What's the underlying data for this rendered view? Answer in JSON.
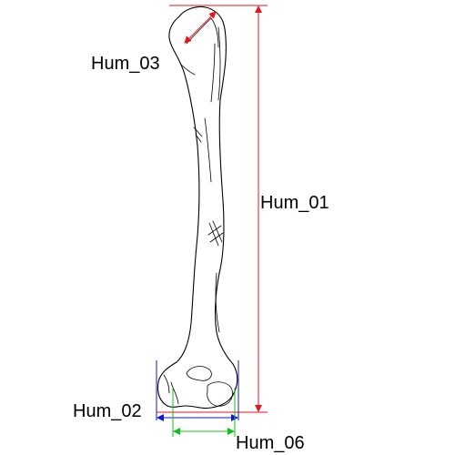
{
  "labels": {
    "hum_03": "Hum_03",
    "hum_01": "Hum_01",
    "hum_02": "Hum_02",
    "hum_06": "Hum_06"
  },
  "colors": {
    "hum_03": "#e8141c",
    "hum_01": "#e8141c",
    "hum_02": "#1414d8",
    "hum_06": "#10c010",
    "bone_outline": "#000000"
  }
}
